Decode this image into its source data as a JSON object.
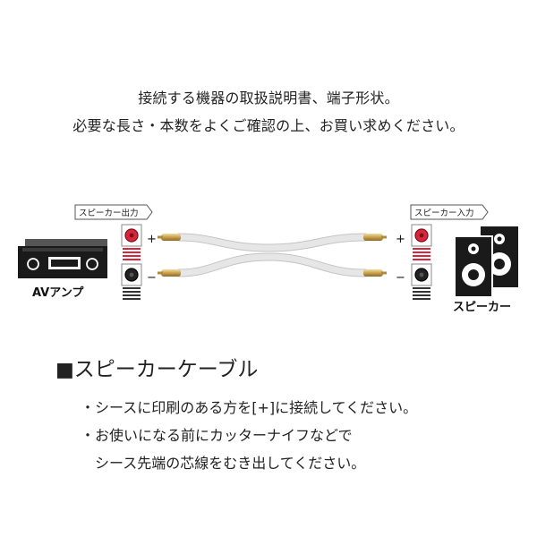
{
  "intro": {
    "line1": "接続する機器の取扱説明書、端子形状。",
    "line2": "必要な長さ・本数をよくご確認の上、お買い求めください。"
  },
  "diagram": {
    "amp_output_tag": "スピーカー出力",
    "speaker_input_tag": "スピーカー入力",
    "amp_label": "AVアンプ",
    "speaker_label": "スピーカー",
    "plus_sign": "+",
    "minus_sign": "−",
    "colors": {
      "positive": "#d9263a",
      "negative": "#222222",
      "cable": "#e6e6e6",
      "cable_outline": "#c4c4c4",
      "gold": "#c8a050"
    }
  },
  "section": {
    "marker": "■",
    "title": "スピーカーケーブル"
  },
  "bullets": {
    "item1": "・シースに印刷のある方を[+]に接続してください。",
    "item2_line1": "・お使いになる前にカッターナイフなどで",
    "item2_line2": "シース先端の芯線をむき出してください。"
  }
}
